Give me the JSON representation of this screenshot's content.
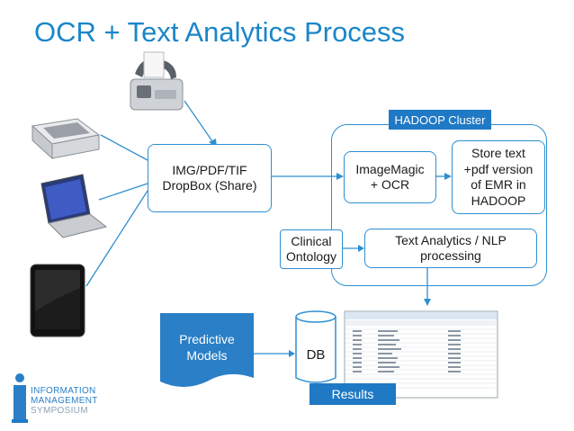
{
  "title": "OCR + Text Analytics Process",
  "cluster": {
    "label": "HADOOP Cluster"
  },
  "nodes": {
    "dropbox": [
      "IMG/PDF/TIF",
      "DropBox (Share)"
    ],
    "imagemagic": [
      "ImageMagic",
      "+ OCR"
    ],
    "store": [
      "Store text",
      "+pdf version",
      "of EMR in",
      "HADOOP"
    ],
    "ontology": [
      "Clinical",
      "Ontology"
    ],
    "nlp": [
      "Text Analytics / NLP",
      "processing"
    ],
    "predictive": [
      "Predictive",
      "Models"
    ],
    "db": "DB",
    "results": "Results"
  },
  "logo": {
    "lines": [
      "INFORMATION",
      "MANAGEMENT",
      "SYMPOSIUM"
    ]
  },
  "colors": {
    "accent": "#1a86c8",
    "border": "#2f8fd0",
    "tag": "#1f79c4",
    "predictive": "#2a7fc6"
  }
}
